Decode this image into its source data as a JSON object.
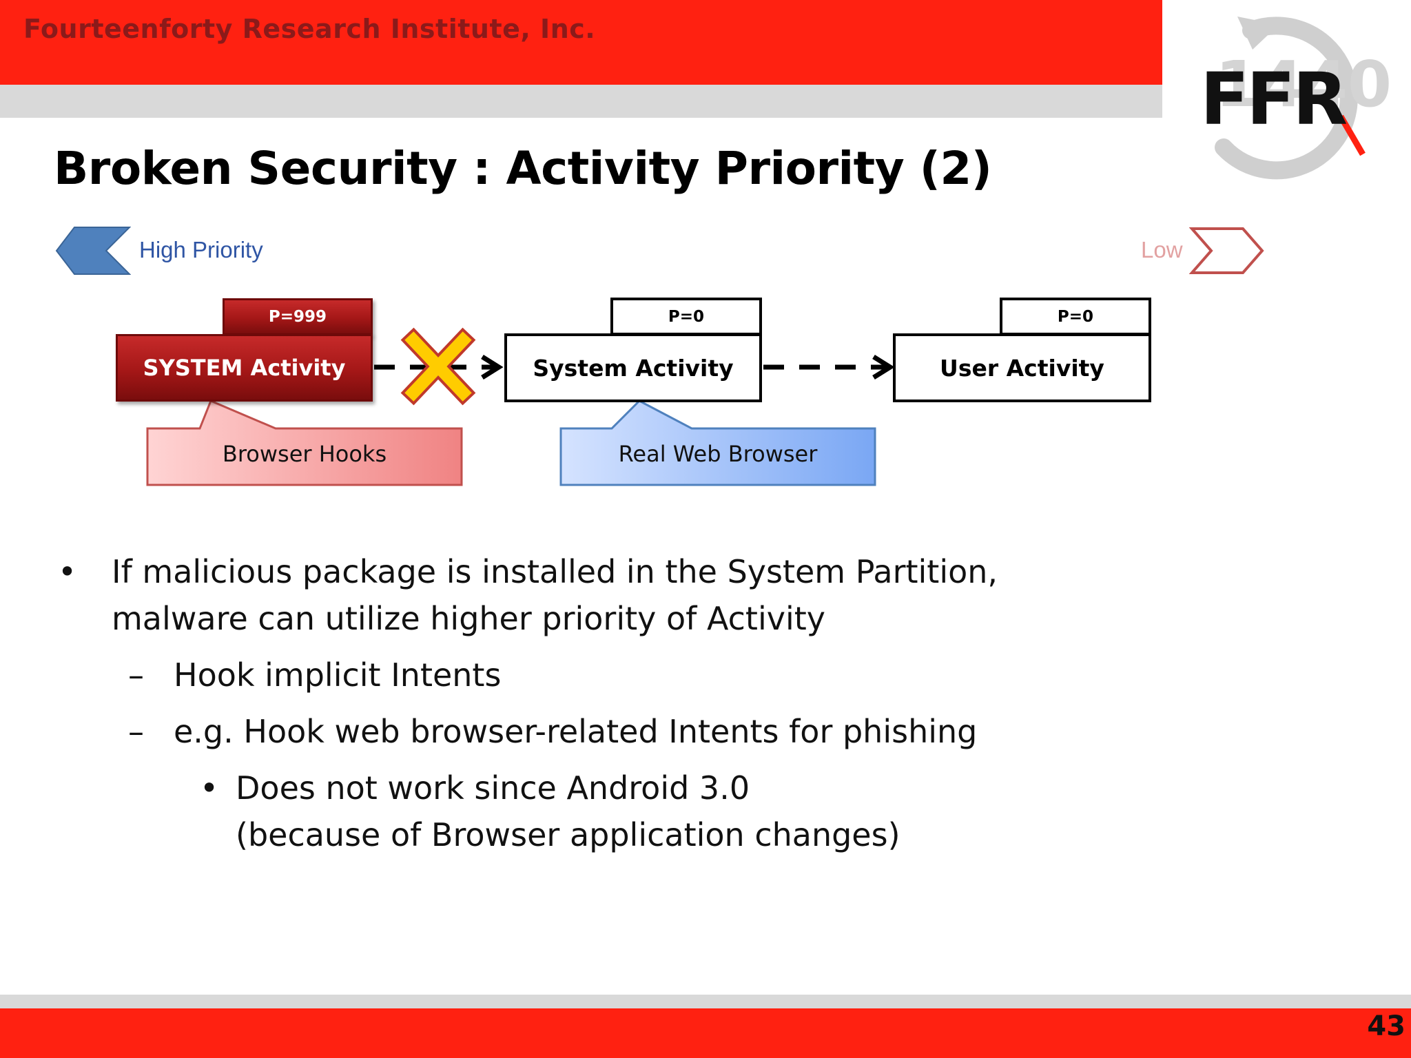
{
  "header": {
    "organization": "Fourteenforty Research Institute, Inc.",
    "logo_text": "FFR",
    "logo_watermark": "1440"
  },
  "slide": {
    "title": "Broken Security : Activity Priority (2)",
    "page_number": "43"
  },
  "diagram": {
    "high_label": "High Priority",
    "low_label": "Low",
    "system_activity_malicious": {
      "priority": "P=999",
      "label": "SYSTEM Activity"
    },
    "system_activity": {
      "priority": "P=0",
      "label": "System Activity"
    },
    "user_activity": {
      "priority": "P=0",
      "label": "User Activity"
    },
    "callout_hooks": "Browser Hooks",
    "callout_browser": "Real Web Browser"
  },
  "bullets": {
    "b1_line1": "If malicious package is installed in the System Partition,",
    "b1_line2": "malware can utilize higher priority of Activity",
    "b2": "Hook implicit Intents",
    "b3": "e.g. Hook web browser-related Intents for phishing",
    "b4_line1": "Does not work since Android 3.0",
    "b4_line2": "(because of Browser application changes)",
    "marker_main": "•",
    "marker_sub": "–",
    "marker_subsub": "•"
  },
  "colors": {
    "header_red": "#ff2111",
    "stripe_gray": "#d9d9d9",
    "org_text": "#8b1a1a",
    "high_blue": "#4f81bd",
    "low_red": "#c0504d",
    "cross_yellow": "#ffcc00"
  }
}
